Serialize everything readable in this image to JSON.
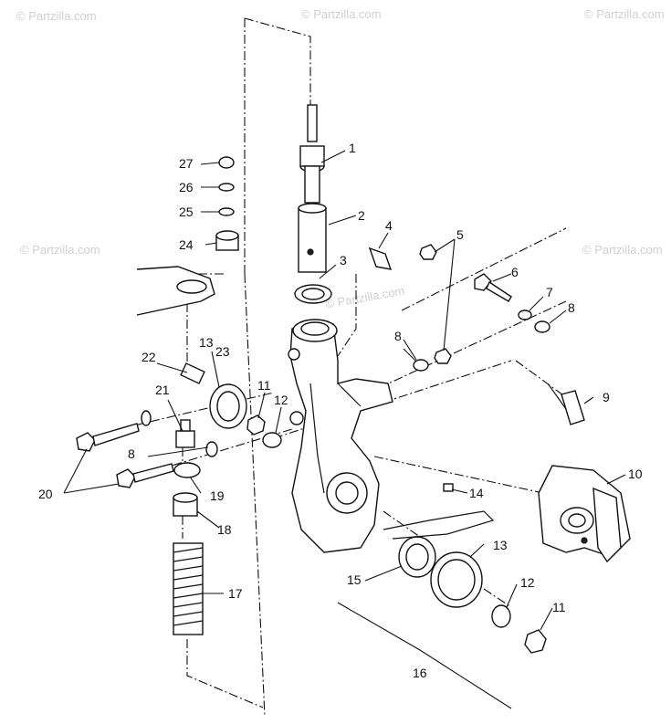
{
  "watermarks": {
    "top_left": "© Partzilla.com",
    "top_mid": "© Partzilla.com",
    "top_right": "© Partzilla.com",
    "mid_left": "© Partzilla.com",
    "mid_center": "© Partzilla.com",
    "mid_right": "© Partzilla.com"
  },
  "callouts": {
    "c1": "1",
    "c2": "2",
    "c3": "3",
    "c4": "4",
    "c5": "5",
    "c6": "6",
    "c7": "7",
    "c8a": "8",
    "c8b": "8",
    "c8c": "8",
    "c9": "9",
    "c10": "10",
    "c11a": "11",
    "c11b": "11",
    "c12a": "12",
    "c12b": "12",
    "c13a": "13",
    "c13b": "13",
    "c14": "14",
    "c15": "15",
    "c16": "16",
    "c17": "17",
    "c18": "18",
    "c19": "19",
    "c20": "20",
    "c21": "21",
    "c22": "22",
    "c23": "23",
    "c24": "24",
    "c25": "25",
    "c26": "26",
    "c27": "27"
  }
}
